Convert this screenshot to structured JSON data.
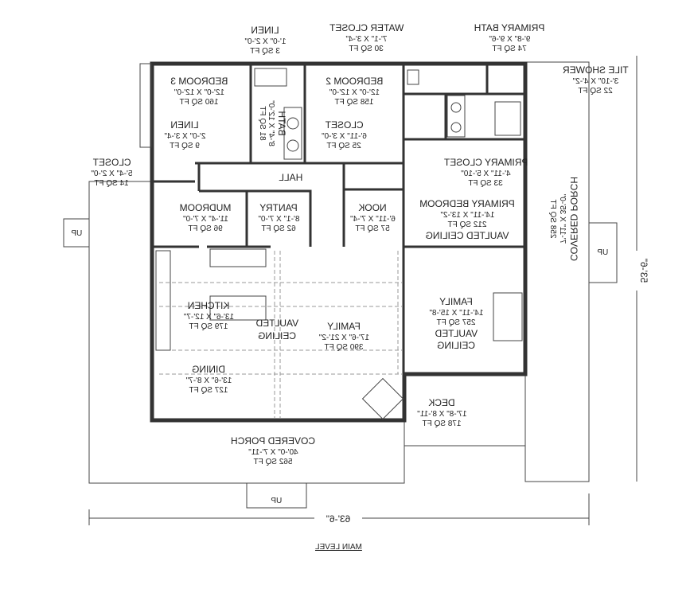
{
  "level_label": "MAIN LEVEL",
  "dimensions": {
    "width": "63'-6\"",
    "depth": "53'-6\""
  },
  "rooms": [
    {
      "name": "LINEN",
      "size": "1'-0\" X 2'-0\"",
      "area": "3 SQ FT"
    },
    {
      "name": "WATER CLOSET",
      "size": "7'-1\" X 3'-4\"",
      "area": "30 SQ FT"
    },
    {
      "name": "PRIMARY BATH",
      "size": "9'-8\" X 9'-6\"",
      "area": "74 SQ FT"
    },
    {
      "name": "TILE SHOWER",
      "size": "3'-10\" X 4'-2\"",
      "area": "22 SQ FT"
    },
    {
      "name": "BEDROOM 3",
      "size": "12'-0\" X 12'-0\"",
      "area": "160 SQ FT"
    },
    {
      "name": "BEDROOM 2",
      "size": "12'-0\" X 12'-0\"",
      "area": "158 SQ FT"
    },
    {
      "name": "LINEN",
      "size": "2'-0\" X 3'-4\"",
      "area": "9 SQ FT"
    },
    {
      "name": "CLOSET",
      "size": "6'-11\" X 3'-0\"",
      "area": "25 SQ FT"
    },
    {
      "name": "PRIMARY CLOSET",
      "size": "4'-11\" X 5'-10\"",
      "area": "33 SQ FT"
    },
    {
      "name": "CLOSET",
      "size": "5'-4\" X 2'-0\"",
      "area": "14 SQ FT"
    },
    {
      "name": "MUDROOM",
      "size": "11'-4\" X 7'-0\"",
      "area": "96 SQ FT"
    },
    {
      "name": "PANTRY",
      "size": "8'-1\" X 7'-0\"",
      "area": "62 SQ FT"
    },
    {
      "name": "NOOK",
      "size": "6'-11\" X 7'-4\"",
      "area": "57 SQ FT"
    },
    {
      "name": "PRIMARY BEDROOM",
      "size": "14'-11\" X 13'-2\"",
      "area": "212 SQ FT",
      "note": "VAULTED CEILING"
    },
    {
      "name": "KITCHEN",
      "size": "13'-6\" X 12'-7\"",
      "area": "179 SQ FT"
    },
    {
      "name": "FAMILY",
      "size": "17'-6\" X 21'-2\"",
      "area": "390 SQ FT"
    },
    {
      "name": "FAMILY",
      "size": "14'-11\" X 15'-8\"",
      "area": "257 SQ FT",
      "note": "VAULTED",
      "note2": "CEILING"
    },
    {
      "name": "DINING",
      "size": "13'-6\" X 8'-7\"",
      "area": "127 SQ FT"
    },
    {
      "name": "DECK",
      "size": "17'-8\" X 8'-11\"",
      "area": "178 SQ FT"
    },
    {
      "name": "COVERED PORCH",
      "size": "40'-0\" X 7'-11\"",
      "area": "562 SQ FT"
    }
  ],
  "bath": {
    "name": "BATH",
    "size": "8'-4\" X 12'-0\"",
    "area": "81 SQ FT"
  },
  "side_porch": {
    "name": "COVERED PORCH",
    "size": "7'-11\" X 35'-0\"",
    "area": "258 SQ FT"
  },
  "hall": "HALL",
  "vaulted": {
    "line1": "VAULTED",
    "line2": "CEILING"
  },
  "stairs_label": "UP"
}
